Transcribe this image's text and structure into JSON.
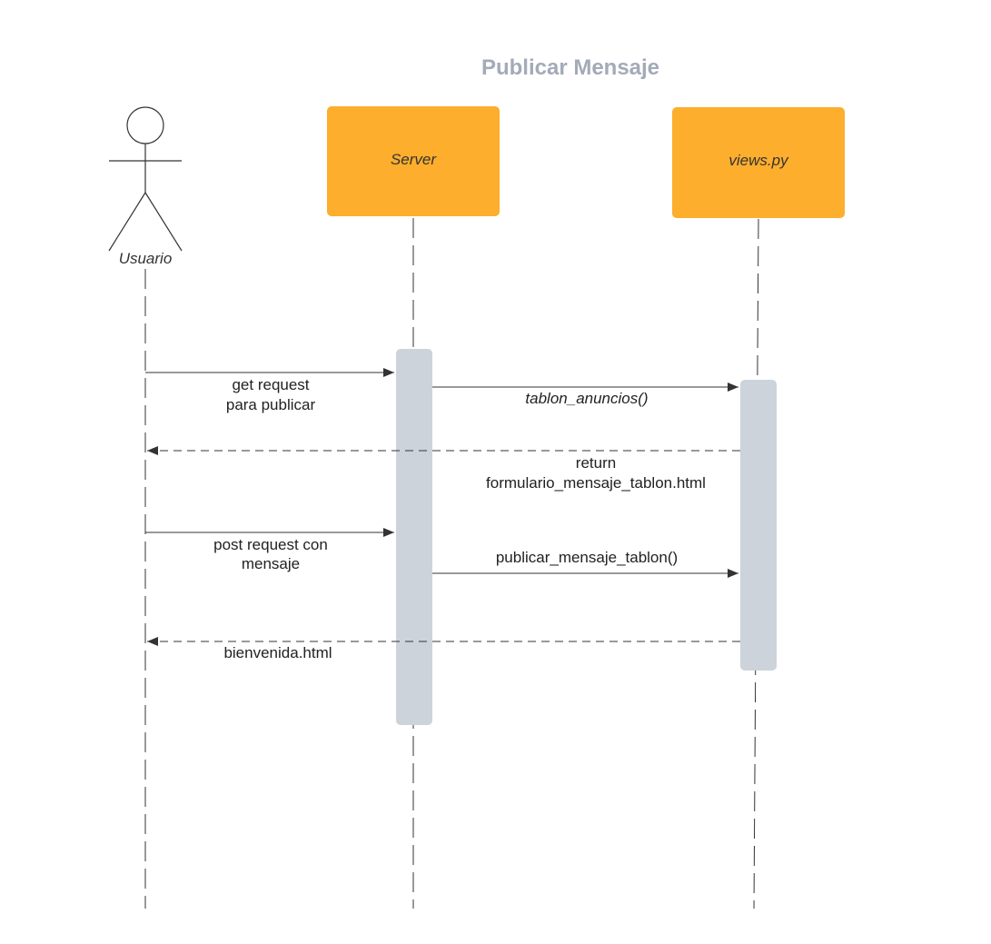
{
  "title": "Publicar Mensaje",
  "colors": {
    "participant_fill": "#fdae2c",
    "activation_fill": "#cdd3db",
    "title": "#a3aab8",
    "line": "#333333"
  },
  "participants": [
    {
      "id": "usuario",
      "label": "Usuario",
      "kind": "actor"
    },
    {
      "id": "server",
      "label": "Server",
      "kind": "box"
    },
    {
      "id": "views",
      "label": "views.py",
      "kind": "box"
    }
  ],
  "messages": [
    {
      "from": "usuario",
      "to": "server",
      "style": "solid",
      "lines": [
        "get request",
        "para publicar"
      ]
    },
    {
      "from": "server",
      "to": "views",
      "style": "solid",
      "italic": true,
      "lines": [
        "tablon_anuncios()"
      ]
    },
    {
      "from": "views",
      "to": "usuario",
      "style": "dashed",
      "lines": [
        "return",
        "formulario_mensaje_tablon.html"
      ]
    },
    {
      "from": "usuario",
      "to": "server",
      "style": "solid",
      "lines": [
        "post request con",
        "mensaje"
      ]
    },
    {
      "from": "server",
      "to": "views",
      "style": "solid",
      "lines": [
        "publicar_mensaje_tablon()"
      ]
    },
    {
      "from": "views",
      "to": "usuario",
      "style": "dashed",
      "lines": [
        "bienvenida.html"
      ]
    }
  ]
}
